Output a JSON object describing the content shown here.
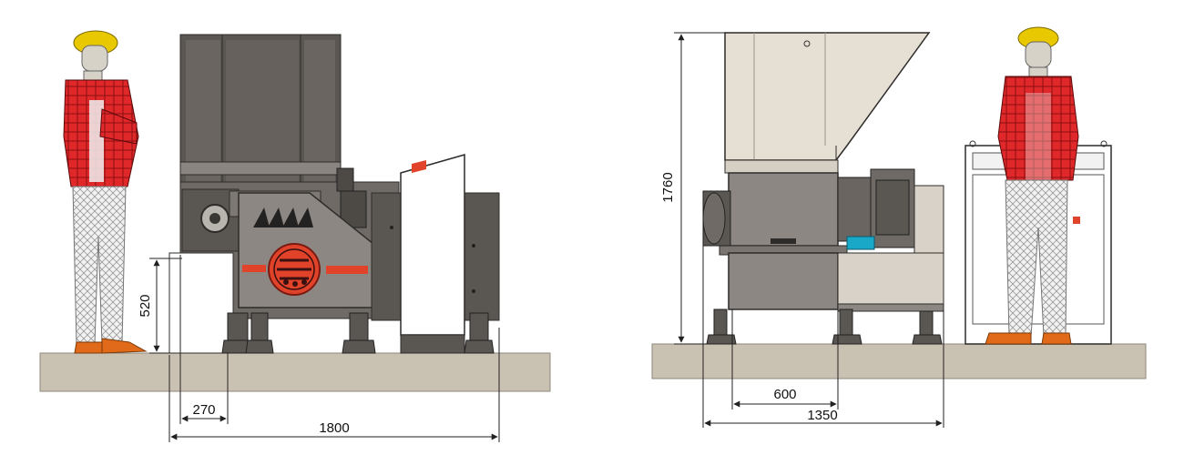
{
  "views": {
    "front": {
      "dimensions": {
        "feed_height": "520",
        "overhang": "270",
        "overall_length": "1800"
      }
    },
    "side": {
      "dimensions": {
        "overall_height": "1760",
        "base_width": "600",
        "overall_width": "1350"
      }
    }
  },
  "colors": {
    "machine_body": "#8c8782",
    "machine_dark": "#5a5652",
    "hopper_side": "#e6e0d4",
    "floor": "#c9c2b3",
    "accent_red": "#e0432a",
    "vest_red": "#e0272a",
    "coupling_cyan": "#1aa8c8",
    "helmet_yellow": "#e8c800"
  },
  "icons": {
    "worker": "worker-figure-icon",
    "logo": "shredder-logo-icon"
  }
}
